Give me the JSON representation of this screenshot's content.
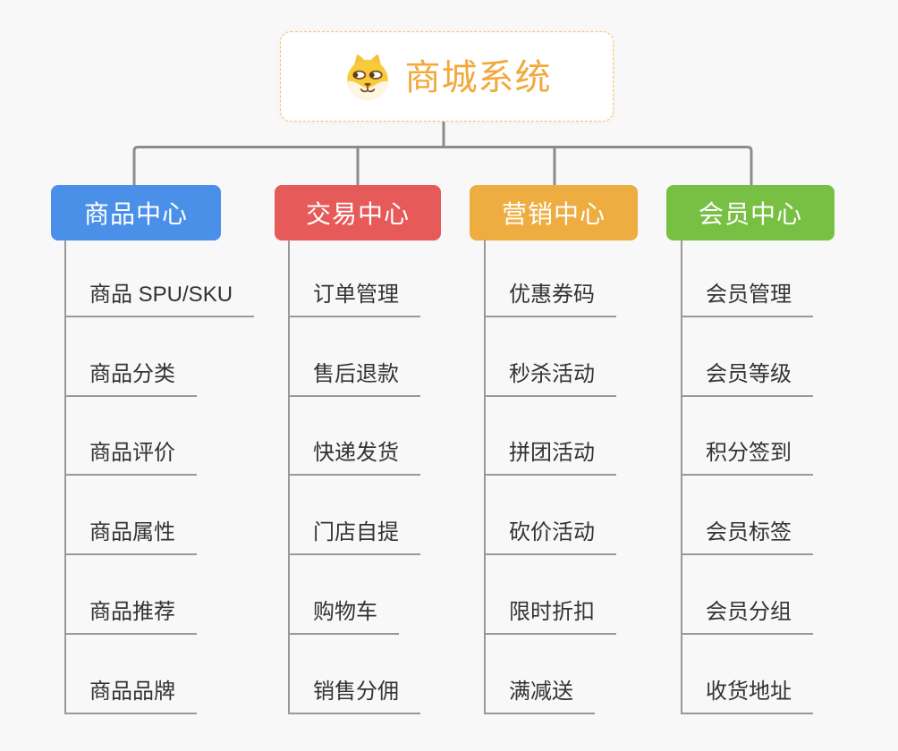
{
  "page": {
    "background_color": "#f8f8f8",
    "connector_color": "#8c8c8c",
    "leaf_line_color": "#999999",
    "leaf_text_color": "#333333"
  },
  "root": {
    "title": "商城系统",
    "icon": "shiba-dog-face",
    "text_color": "#f2a93c",
    "border_color": "#f0c070"
  },
  "branches": [
    {
      "label": "商品中心",
      "color": "#4B90E8",
      "items": [
        "商品 SPU/SKU",
        "商品分类",
        "商品评价",
        "商品属性",
        "商品推荐",
        "商品品牌"
      ]
    },
    {
      "label": "交易中心",
      "color": "#E65A5A",
      "items": [
        "订单管理",
        "售后退款",
        "快递发货",
        "门店自提",
        "购物车",
        "销售分佣"
      ]
    },
    {
      "label": "营销中心",
      "color": "#EDAD41",
      "items": [
        "优惠券码",
        "秒杀活动",
        "拼团活动",
        "砍价活动",
        "限时折扣",
        "满减送"
      ]
    },
    {
      "label": "会员中心",
      "color": "#77C043",
      "items": [
        "会员管理",
        "会员等级",
        "积分签到",
        "会员标签",
        "会员分组",
        "收货地址"
      ]
    }
  ]
}
